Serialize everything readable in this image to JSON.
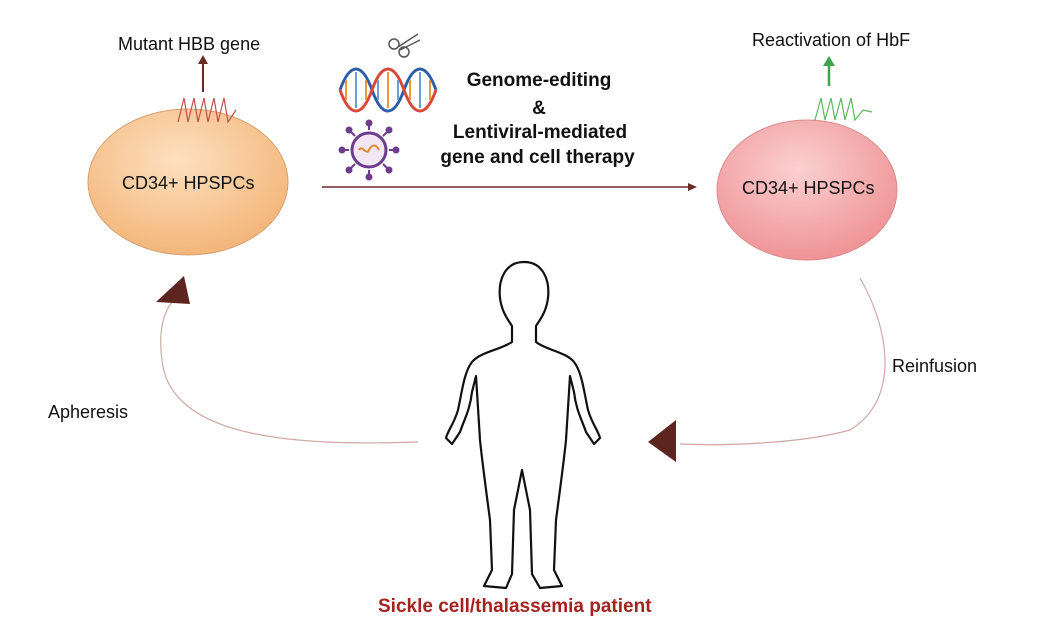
{
  "left_cell": {
    "label": "CD34+ HPSPCs",
    "gene_label": "Mutant HBB gene"
  },
  "right_cell": {
    "label": "CD34+ HPSPCs",
    "gene_label": "Reactivation of HbF"
  },
  "therapy": {
    "line1": "Genome-editing",
    "line2": "&",
    "line3": "Lentiviral-mediated",
    "line4": "gene and cell therapy"
  },
  "flows": {
    "apheresis": "Apheresis",
    "reinfusion": "Reinfusion"
  },
  "patient_label": "Sickle cell/thalassemia patient",
  "colors": {
    "arrow": "#6b2a25",
    "left_cell": "#f5c08a",
    "right_cell": "#f2a4a4",
    "gene_mutant": "#c0504d",
    "gene_healthy": "#5cb85c",
    "patient_text": "#a3231f"
  },
  "icons": [
    "dna-icon",
    "scissors-icon",
    "virus-icon",
    "human-outline-icon"
  ]
}
